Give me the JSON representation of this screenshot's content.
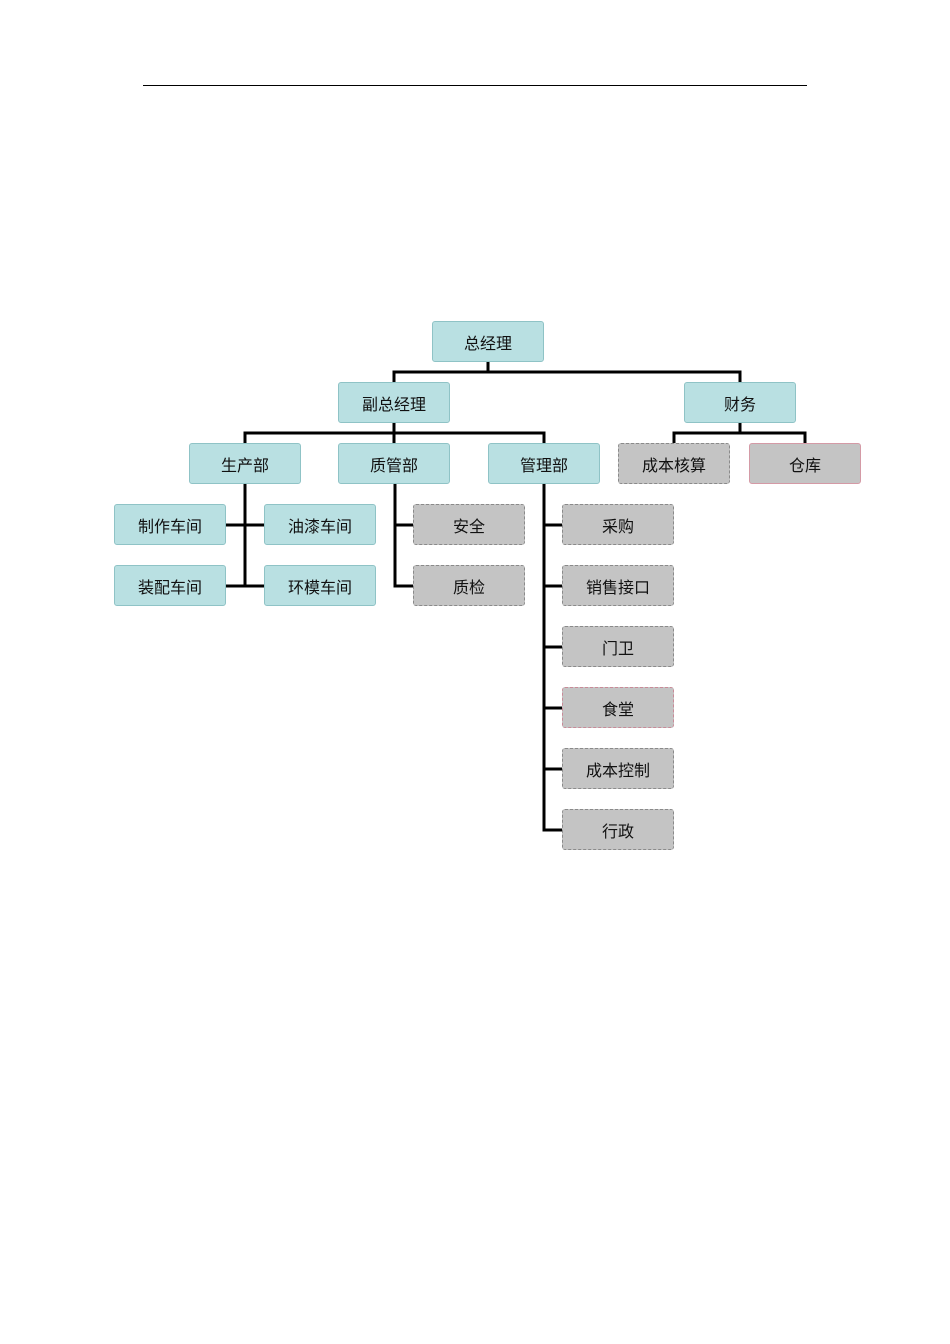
{
  "org_chart": {
    "root": "总经理",
    "deputy": "副总经理",
    "finance": "财务",
    "finance_children": [
      "成本核算",
      "仓库"
    ],
    "departments": {
      "production": "生产部",
      "quality": "质管部",
      "management": "管理部"
    },
    "production_children": [
      "制作车间",
      "油漆车间",
      "装配车间",
      "环模车间"
    ],
    "quality_children": [
      "安全",
      "质检"
    ],
    "management_children": [
      "采购",
      "销售接口",
      "门卫",
      "食堂",
      "成本控制",
      "行政"
    ]
  },
  "colors": {
    "teal_box": "#b9e0e2",
    "gray_box": "#c4c4c4",
    "line": "#000000"
  }
}
